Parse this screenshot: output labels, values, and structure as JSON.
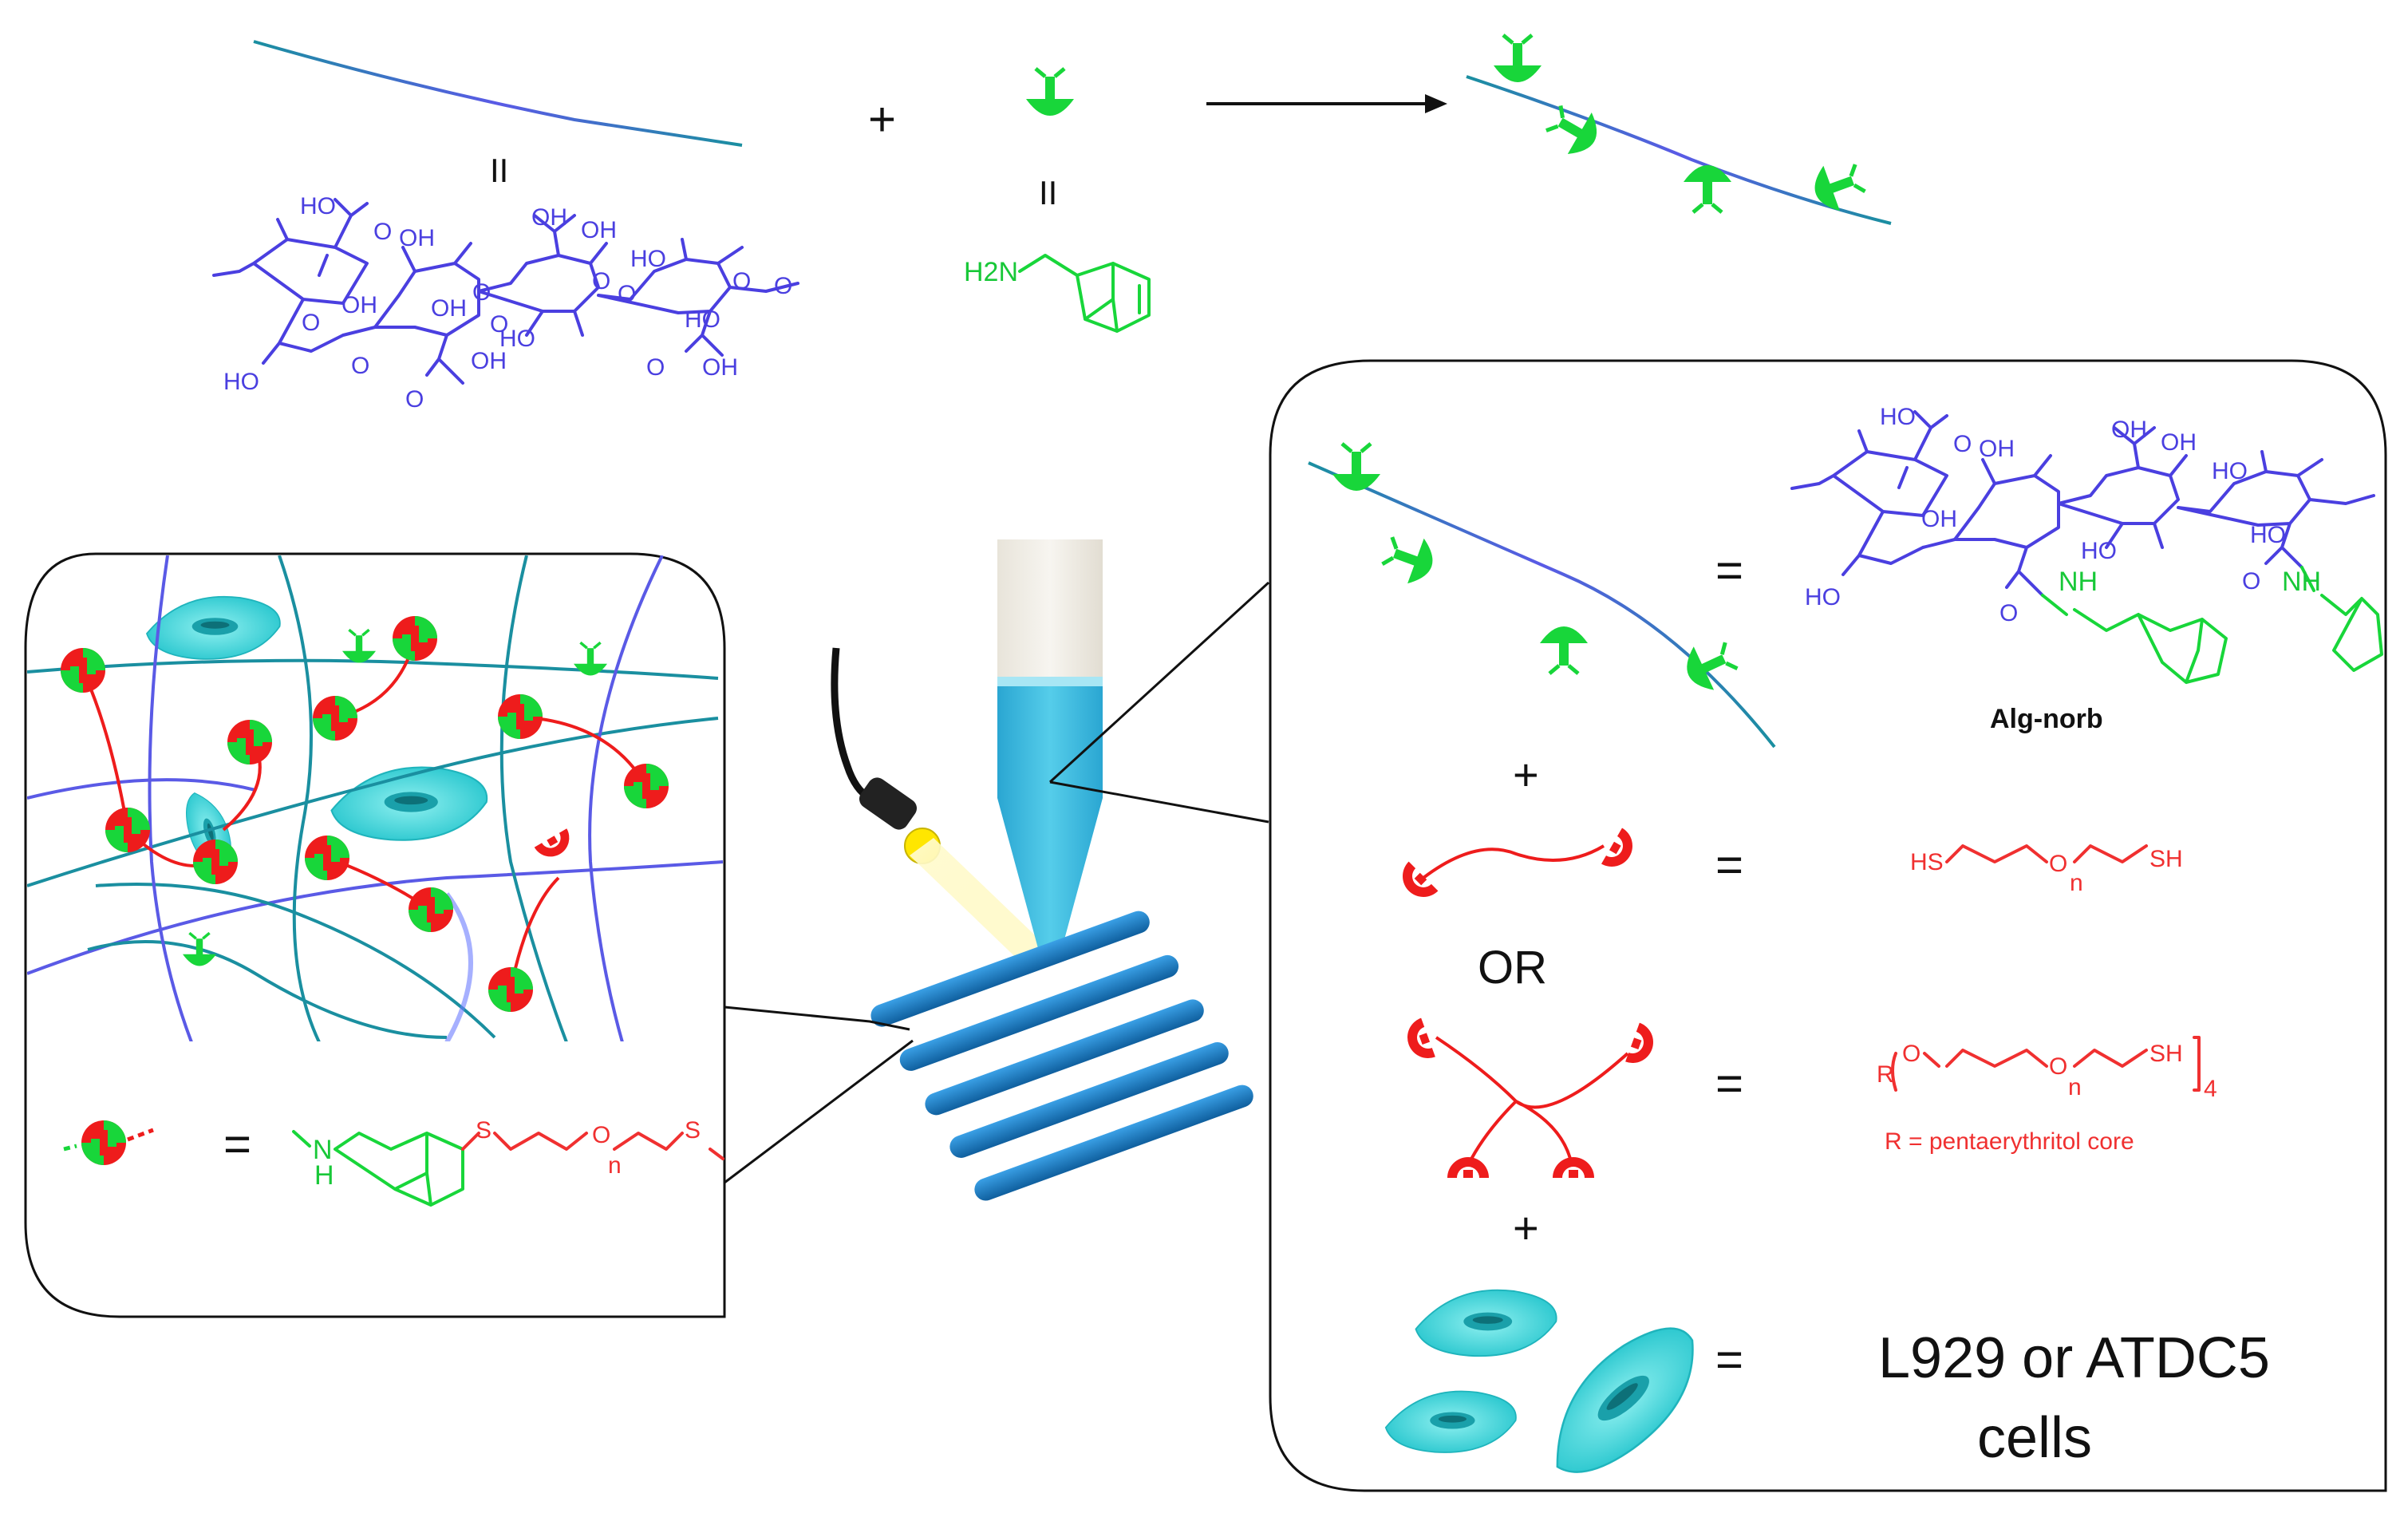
{
  "scheme": {
    "plus_sign": "+",
    "equals_sign": "=",
    "parallel_sign": "II",
    "alginate_labels": {
      "ho": "HO",
      "oh": "OH",
      "o": "O"
    },
    "norbornene_amine_label": "H2N"
  },
  "right_panel": {
    "equals": "=",
    "plus": "+",
    "or_label": "OR",
    "alg_norb_label": "Alg-norb",
    "amide_nh": "NH",
    "peg_dithiol": {
      "left": "HS",
      "right": "SH",
      "o": "O",
      "n": "n"
    },
    "peg_4arm": {
      "r": "R",
      "o": "O",
      "sh": "SH",
      "n": "n",
      "subscript": "4",
      "core_note": "R = pentaerythritol core"
    },
    "cells_label_line1": "L929 or ATDC5",
    "cells_label_line2": "cells"
  },
  "left_panel": {
    "equals": "=",
    "crosslink": {
      "n": "N",
      "h": "H",
      "s": "S",
      "o": "O",
      "sub_n": "n"
    }
  },
  "colors": {
    "alginate_chain": "#1a8fa0",
    "alginate_chemistry": "#4a3fe0",
    "norbornene": "#18d63a",
    "thiol_crosslinker": "#f03030",
    "cell": "#3fd6d6",
    "printed_strand": "#1a7cc8",
    "nozzle_ink": "#30b8d8",
    "light_source": "#ffe600"
  }
}
